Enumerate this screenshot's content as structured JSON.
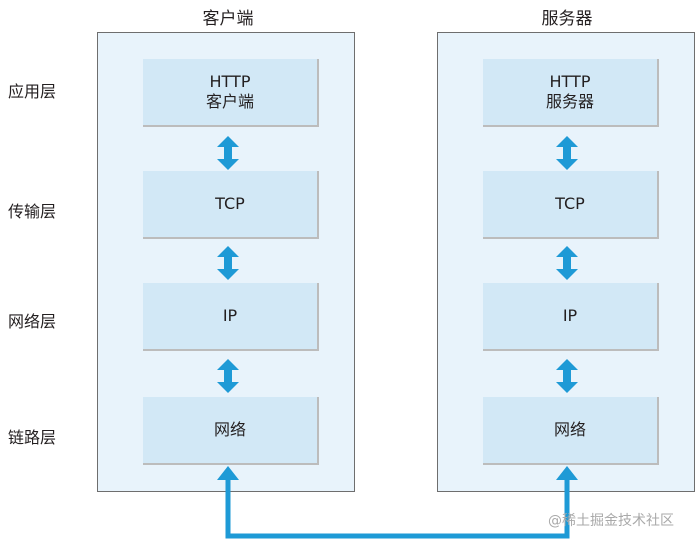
{
  "columns": {
    "client": {
      "title": "客户端",
      "layers": [
        {
          "line1": "HTTP",
          "line2": "客户端"
        },
        {
          "line1": "TCP",
          "line2": ""
        },
        {
          "line1": "IP",
          "line2": ""
        },
        {
          "line1": "网络",
          "line2": ""
        }
      ]
    },
    "server": {
      "title": "服务器",
      "layers": [
        {
          "line1": "HTTP",
          "line2": "服务器"
        },
        {
          "line1": "TCP",
          "line2": ""
        },
        {
          "line1": "IP",
          "line2": ""
        },
        {
          "line1": "网络",
          "line2": ""
        }
      ]
    }
  },
  "layer_labels": [
    "应用层",
    "传输层",
    "网络层",
    "链路层"
  ],
  "watermark": "@稀土掘金技术社区",
  "colors": {
    "arrow": "#1e9ad6",
    "panel": "#e8f3fb",
    "box": "#d2e8f6"
  }
}
